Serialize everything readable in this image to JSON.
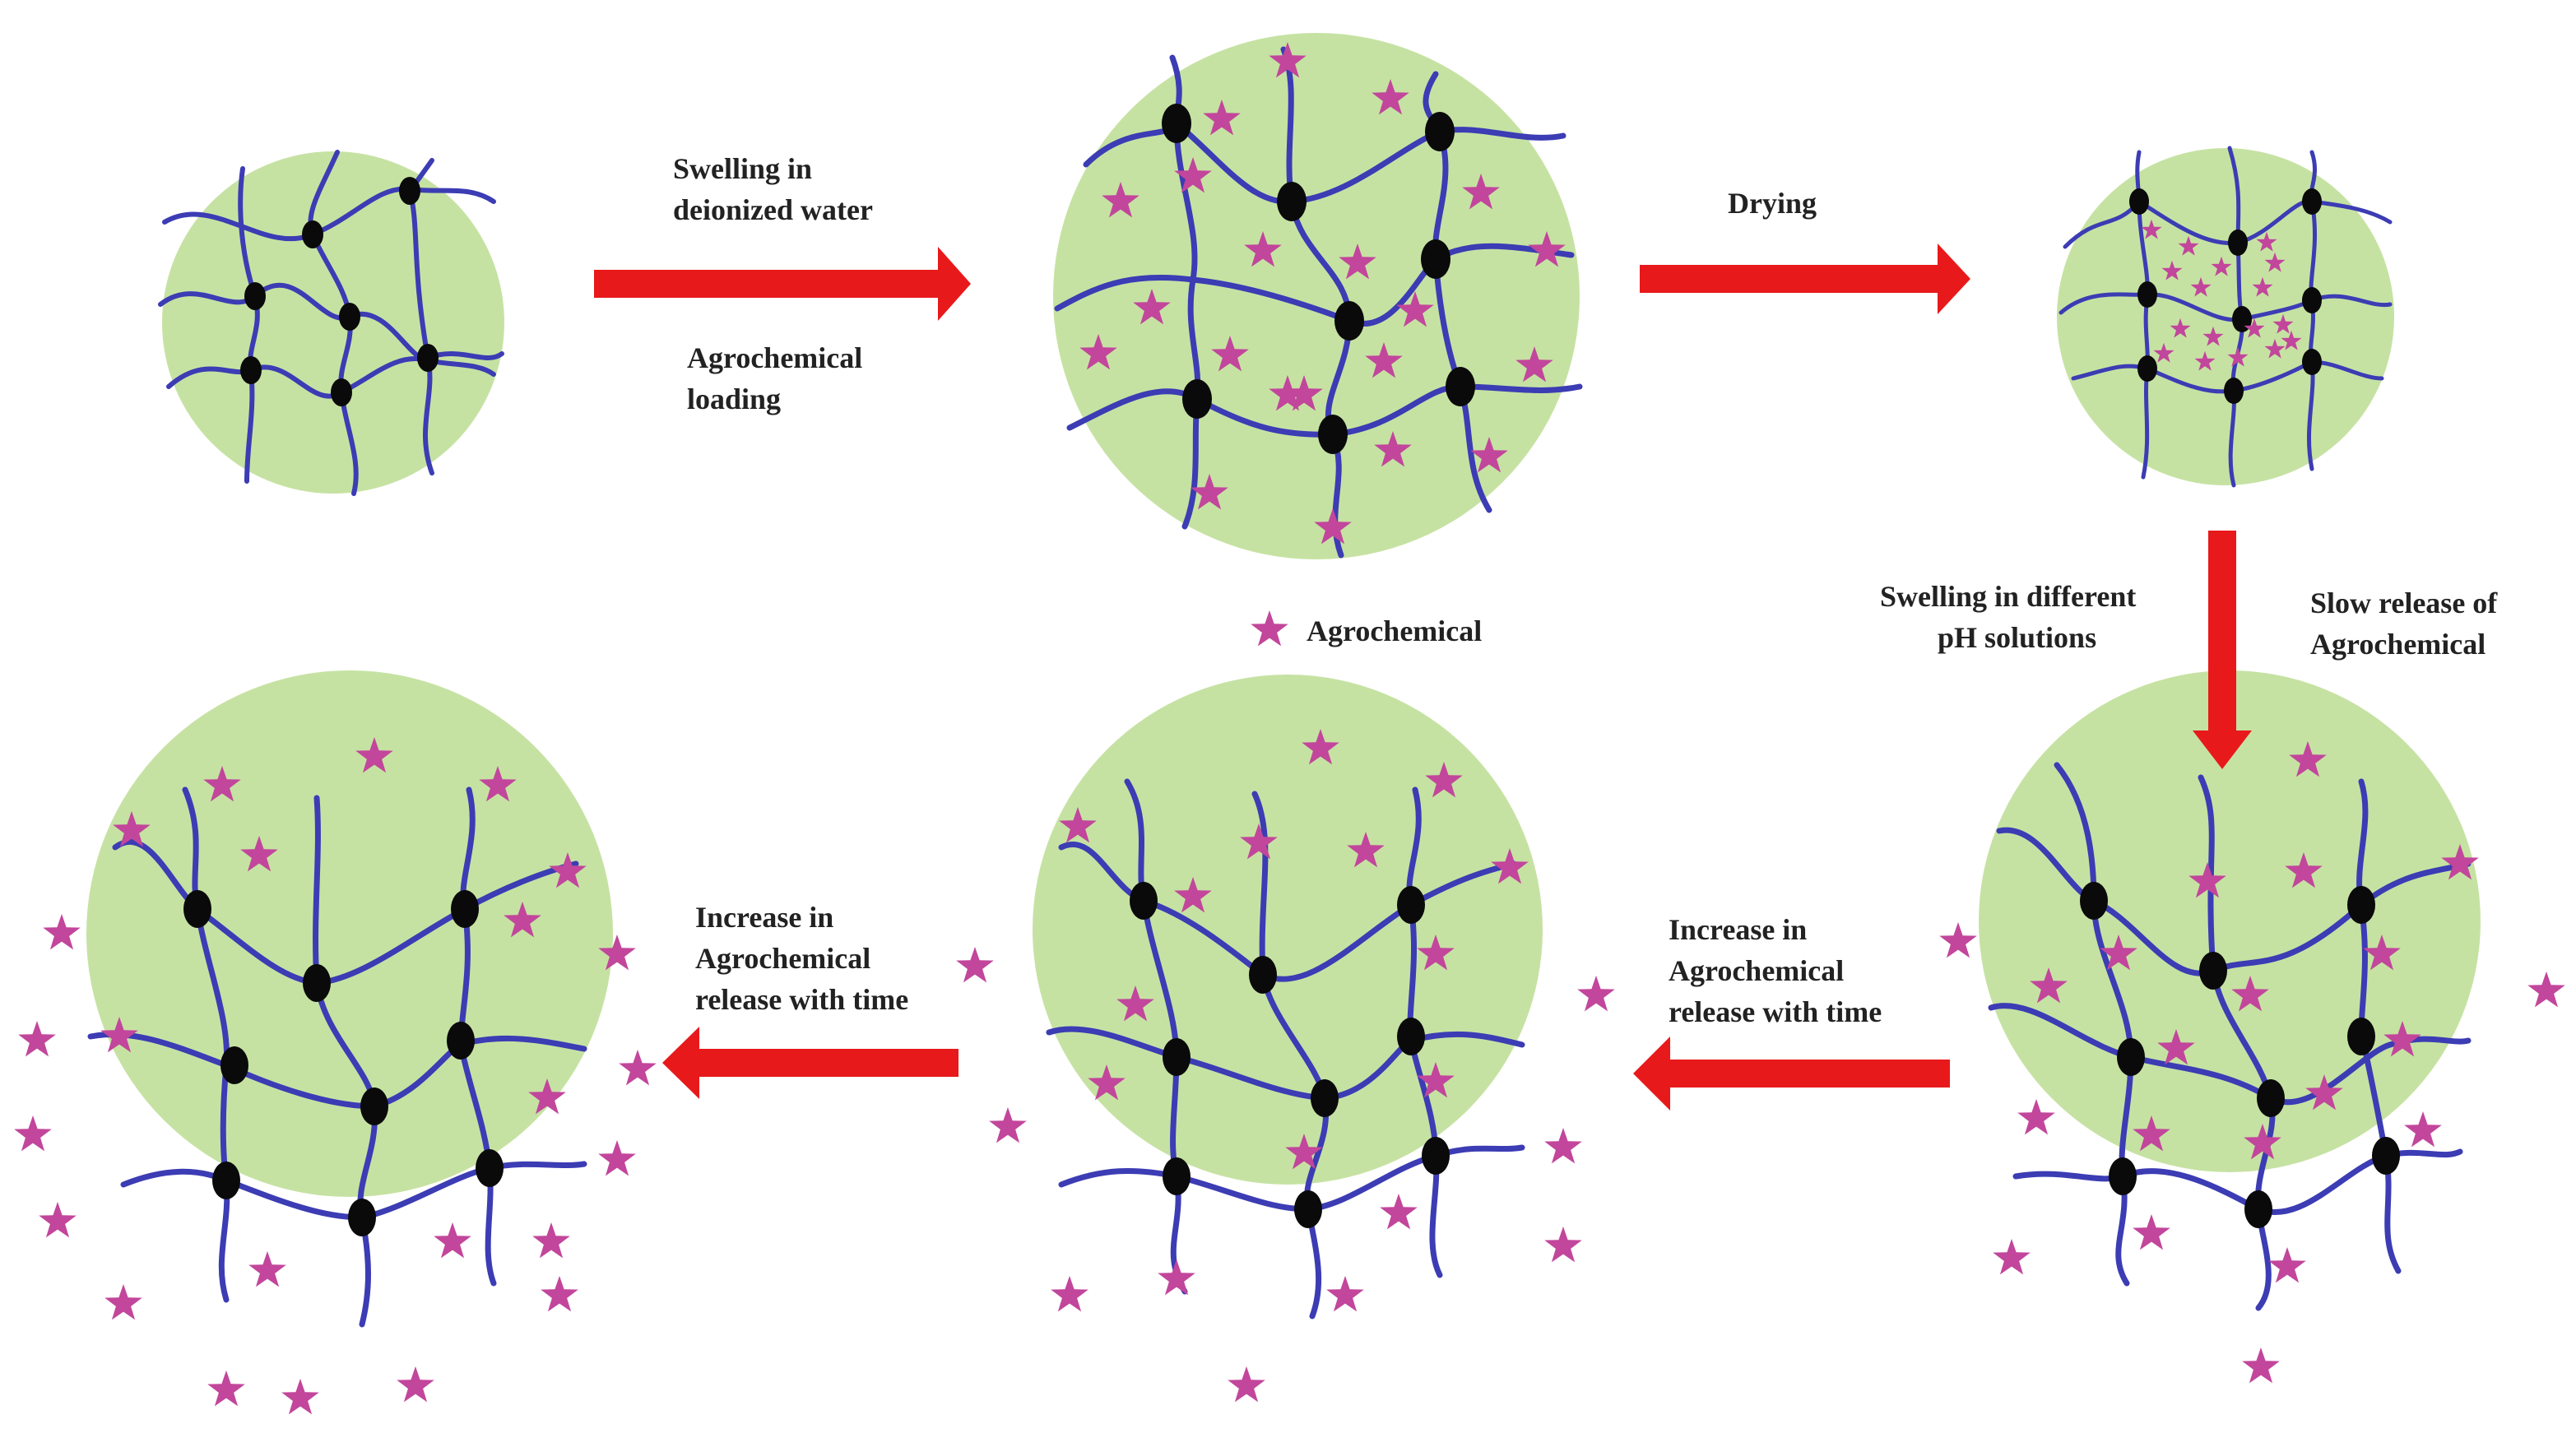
{
  "colors": {
    "background": "#ffffff",
    "hydrogel_fill": "#c6e2a3",
    "polymer_chain": "#3c3cb4",
    "crosslink_node": "#0a0a0a",
    "agrochemical_star": "#c2469b",
    "arrow": "#e8191b",
    "text": "#222222"
  },
  "legend": {
    "icon": "star-icon",
    "label": "Agrochemical"
  },
  "steps": {
    "swelling_loading": {
      "line1": "Swelling in",
      "line2": "deionized water",
      "line3": "Agrochemical",
      "line4": "loading"
    },
    "drying": {
      "line1": "Drying"
    },
    "swelling_ph": {
      "line1": "Swelling in different",
      "line2": "pH solutions"
    },
    "slow_release": {
      "line1": "Slow release of",
      "line2": "Agrochemical"
    },
    "increase_release_1": {
      "line1": "Increase in",
      "line2": "Agrochemical",
      "line3": "release with time"
    },
    "increase_release_2": {
      "line1": "Increase in",
      "line2": "Agrochemical",
      "line3": "release with time"
    }
  },
  "stages": [
    {
      "name": "initial-hydrogel",
      "icon": "hydrogel-network-icon"
    },
    {
      "name": "swollen-loaded-hydrogel",
      "icon": "hydrogel-network-icon"
    },
    {
      "name": "dried-loaded-hydrogel",
      "icon": "hydrogel-network-icon"
    },
    {
      "name": "swollen-releasing-hydrogel",
      "icon": "hydrogel-network-icon"
    },
    {
      "name": "mid-release-hydrogel",
      "icon": "hydrogel-network-icon"
    },
    {
      "name": "late-release-hydrogel",
      "icon": "hydrogel-network-icon"
    }
  ]
}
